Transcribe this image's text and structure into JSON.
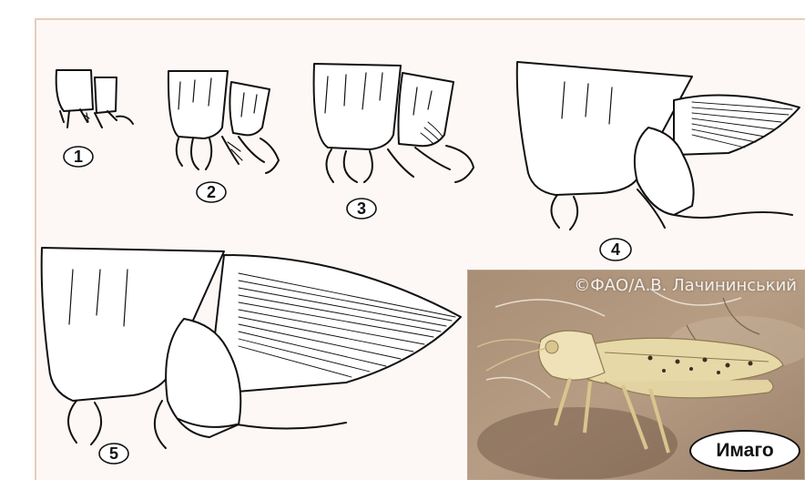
{
  "stages": [
    {
      "label": "1"
    },
    {
      "label": "2"
    },
    {
      "label": "3"
    },
    {
      "label": "4"
    },
    {
      "label": "5"
    }
  ],
  "photo": {
    "credit": "©ФАО/А.В. Лачининський",
    "badge": "Имаго"
  },
  "colors": {
    "panel_border": "#e9cdb9",
    "panel_bg": "#fdf8f5",
    "line": "#111111"
  }
}
